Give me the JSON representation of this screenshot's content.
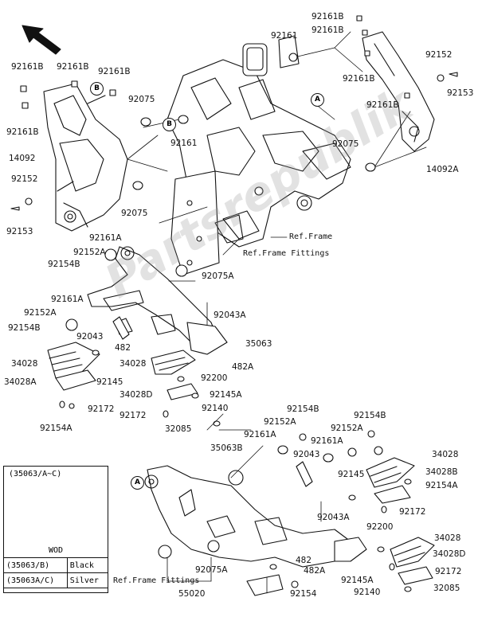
{
  "watermark": "Partsrepublik",
  "legend": {
    "title": "(35063/A~C)",
    "wod": "WOD",
    "rows": [
      {
        "code": "(35063/B)",
        "color": "Black"
      },
      {
        "code": "(35063A/C)",
        "color": "Silver"
      }
    ]
  },
  "callouts": {
    "a": "A",
    "b": "B"
  },
  "notes": {
    "ref_frame": "Ref.Frame",
    "ref_frame_fittings": "Ref.Frame Fittings"
  },
  "parts": {
    "p92161B_top1": "92161B",
    "p92161B_top2": "92161B",
    "p92161_top": "92161",
    "p92152_tr": "92152",
    "p92153_tr": "92153",
    "p92161B_r1": "92161B",
    "p92161B_r2": "92161B",
    "p92075_r": "92075",
    "p14092A": "14092A",
    "p92161B_l1": "92161B",
    "p92161B_l2": "92161B",
    "p92161B_l3": "92161B",
    "p92161B_l4": "92161B",
    "p92075_l": "92075",
    "p92161_l": "92161",
    "p14092": "14092",
    "p92152_l": "92152",
    "p92153_l": "92153",
    "p92075_l2": "92075",
    "p92161A_1": "92161A",
    "p92152A_1": "92152A",
    "p92154B_1": "92154B",
    "p92075A_1": "92075A",
    "p92161A_2": "92161A",
    "p92043A_1": "92043A",
    "p92152A_2": "92152A",
    "p92154B_2": "92154B",
    "p92043_1": "92043",
    "p482_1": "482",
    "p35063": "35063",
    "p34028_1": "34028",
    "p34028_2": "34028",
    "p482A_1": "482A",
    "p34028A": "34028A",
    "p92145_1": "92145",
    "p92200_1": "92200",
    "p34028D_1": "34028D",
    "p92145A_1": "92145A",
    "p92172_1": "92172",
    "p92172_2": "92172",
    "p92140_1": "92140",
    "p92154A_1": "92154A",
    "p32085_1": "32085",
    "p92154B_3": "92154B",
    "p92154B_4": "92154B",
    "p92152A_3": "92152A",
    "p92152A_4": "92152A",
    "p35063B": "35063B",
    "p92161A_3": "92161A",
    "p92161A_4": "92161A",
    "p92043_2": "92043",
    "p34028_3": "34028",
    "p34028B": "34028B",
    "p92145_2": "92145",
    "p92154A_2": "92154A",
    "p92172_3": "92172",
    "p92043A_2": "92043A",
    "p92200_2": "92200",
    "p34028_4": "34028",
    "p34028D_2": "34028D",
    "p92075A_2": "92075A",
    "p482_2": "482",
    "p482A_2": "482A",
    "p92172_4": "92172",
    "p92145A_2": "92145A",
    "p55020": "55020",
    "p92154": "92154",
    "p92140_2": "92140",
    "p32085_2": "32085"
  }
}
